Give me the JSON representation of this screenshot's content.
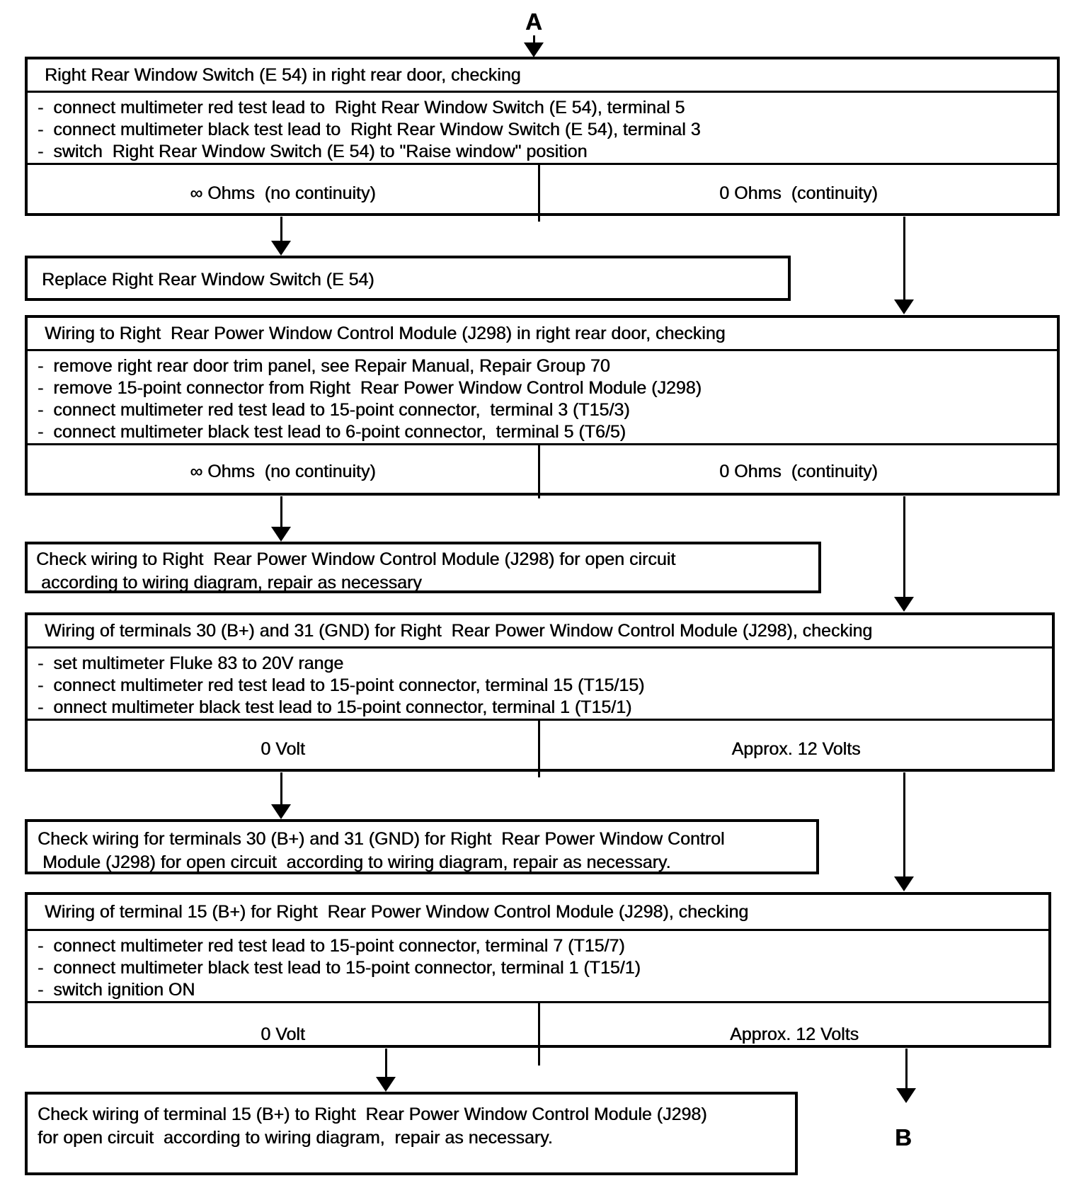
{
  "connectors": {
    "entry_label": "A",
    "exit_label": "B"
  },
  "colors": {
    "ink": "#000000",
    "paper": "#ffffff"
  },
  "test_boxes": [
    {
      "title": "Right Rear Window Switch (E 54) in right rear door, checking",
      "steps": [
        "connect multimeter red test lead to  Right Rear Window Switch (E 54), terminal 5",
        "connect multimeter black test lead to  Right Rear Window Switch (E 54), terminal 3",
        "switch  Right Rear Window Switch (E 54) to \"Raise window\" position"
      ],
      "outcomes": {
        "left": "∞ Ohms  (no continuity)",
        "right": "0 Ohms  (continuity)"
      }
    },
    {
      "title": "Wiring to Right  Rear Power Window Control Module (J298) in right rear door, checking",
      "steps": [
        "remove right rear door trim panel, see Repair Manual, Repair Group 70",
        "remove 15-point connector from Right  Rear Power Window Control Module (J298)",
        "connect multimeter red test lead to 15-point connector,  terminal 3 (T15/3)",
        "connect multimeter black test lead to 6-point connector,  terminal 5 (T6/5)"
      ],
      "outcomes": {
        "left": "∞ Ohms  (no continuity)",
        "right": "0 Ohms  (continuity)"
      }
    },
    {
      "title": "Wiring of terminals 30 (B+) and 31 (GND) for Right  Rear Power Window Control Module (J298), checking",
      "steps": [
        "set multimeter Fluke 83 to 20V range",
        "connect multimeter red test lead to 15-point connector, terminal 15 (T15/15)",
        "onnect multimeter black test lead to 15-point connector, terminal 1 (T15/1)"
      ],
      "outcomes": {
        "left": "0 Volt",
        "right": "Approx. 12 Volts"
      }
    },
    {
      "title": "Wiring of terminal 15 (B+) for Right  Rear Power Window Control Module (J298), checking",
      "steps": [
        "connect multimeter red test lead to 15-point connector, terminal 7 (T15/7)",
        "connect multimeter black test lead to 15-point connector, terminal 1 (T15/1)",
        "switch ignition ON"
      ],
      "outcomes": {
        "left": "0 Volt",
        "right": "Approx. 12 Volts"
      }
    }
  ],
  "result_boxes": [
    {
      "lines": [
        "Replace Right Rear Window Switch (E 54)"
      ]
    },
    {
      "lines": [
        "Check wiring to Right  Rear Power Window Control Module (J298) for open circuit",
        " according to wiring diagram, repair as necessary"
      ]
    },
    {
      "lines": [
        "Check wiring for terminals 30 (B+) and 31 (GND) for Right  Rear Power Window Control",
        " Module (J298) for open circuit  according to wiring diagram, repair as necessary."
      ]
    },
    {
      "lines": [
        "Check wiring of terminal 15 (B+) to Right  Rear Power Window Control Module (J298)",
        "for open circuit  according to wiring diagram,  repair as necessary."
      ]
    }
  ]
}
